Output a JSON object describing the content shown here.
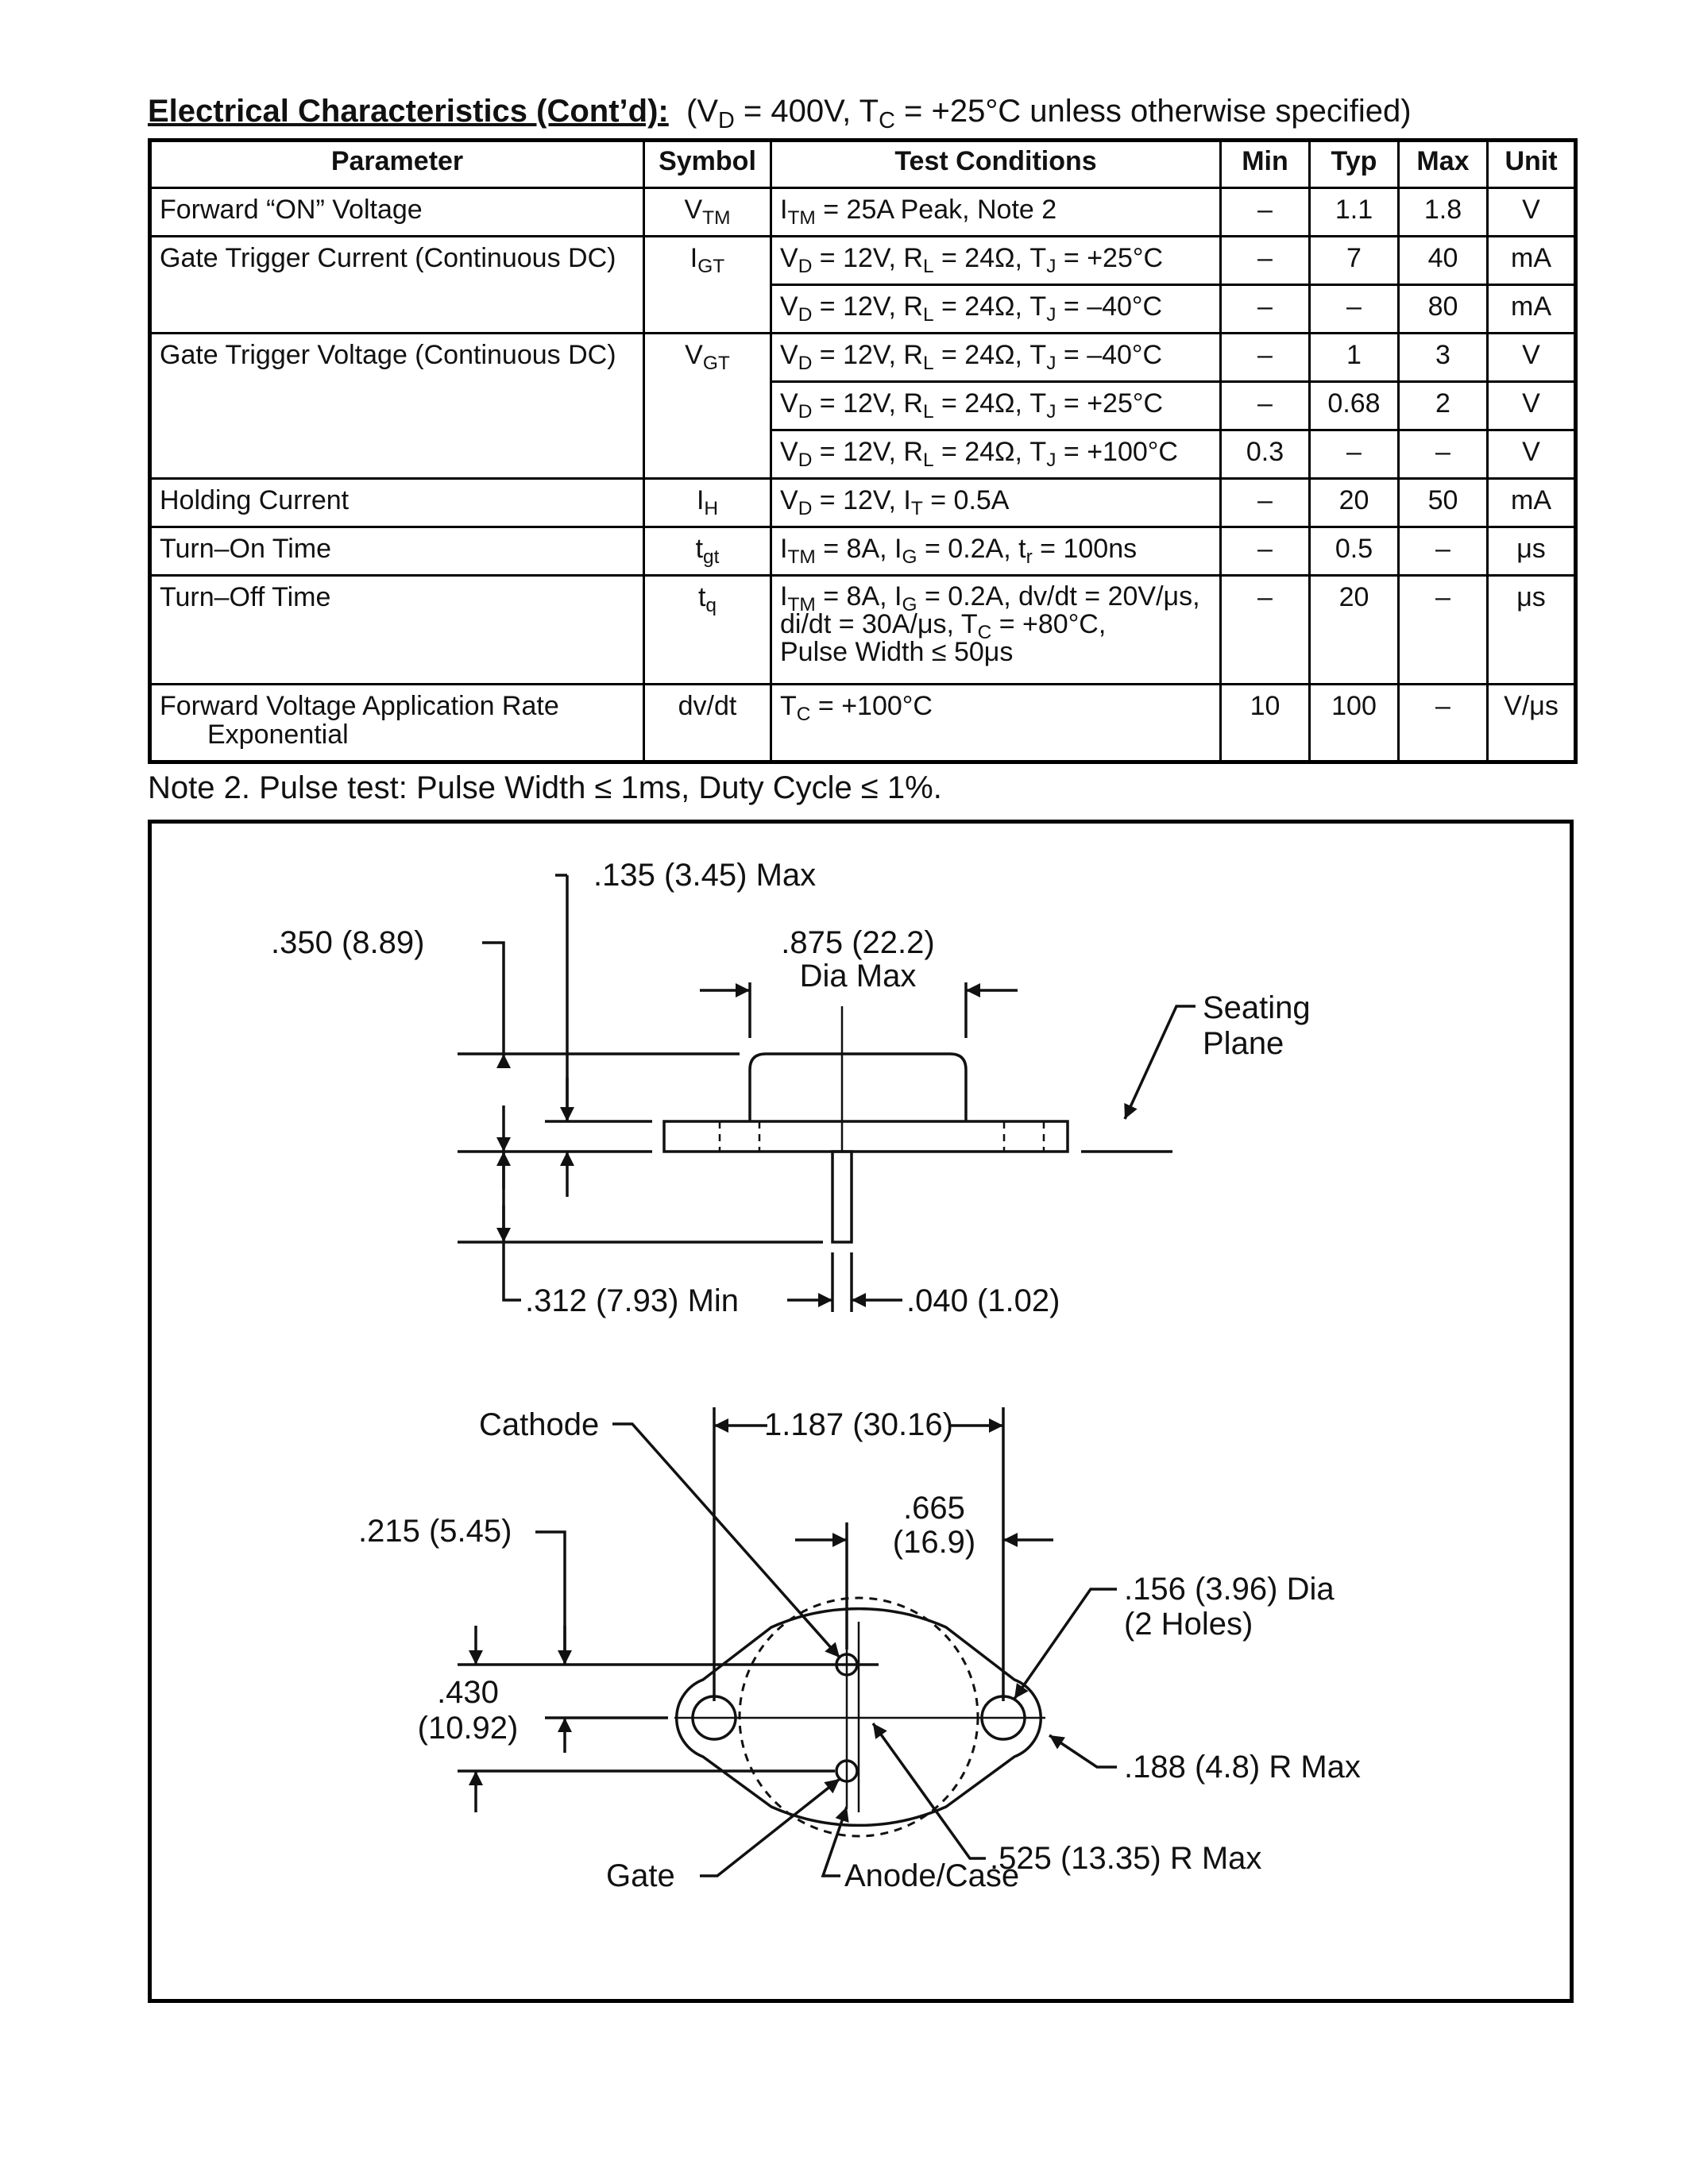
{
  "heading": {
    "title": "Electrical Characteristics (Cont’d):",
    "cond_prefix": "(V",
    "cond_sub1": "D",
    "cond_mid": " = 400V, T",
    "cond_sub2": "C",
    "cond_suffix": " = +25°C unless otherwise specified)"
  },
  "table": {
    "headers": [
      "Parameter",
      "Symbol",
      "Test Conditions",
      "Min",
      "Typ",
      "Max",
      "Unit"
    ],
    "r1": {
      "param": "Forward “ON” Voltage",
      "sym": "V",
      "sym_sub": "TM",
      "cond_a": "I",
      "cond_a_sub": "TM",
      "cond_b": " = 25A Peak, Note 2",
      "min": "–",
      "typ": "1.1",
      "max": "1.8",
      "unit": "V"
    },
    "r2": {
      "param": "Gate Trigger Current (Continuous DC)",
      "sym": "I",
      "sym_sub": "GT",
      "c1": {
        "tj": "+25°C",
        "min": "–",
        "typ": "7",
        "max": "40",
        "unit": "mA"
      },
      "c2": {
        "tj": "–40°C",
        "min": "–",
        "typ": "–",
        "max": "80",
        "unit": "mA"
      }
    },
    "r3": {
      "param": "Gate Trigger Voltage (Continuous DC)",
      "sym": "V",
      "sym_sub": "GT",
      "c1": {
        "tj": "–40°C",
        "min": "–",
        "typ": "1",
        "max": "3",
        "unit": "V"
      },
      "c2": {
        "tj": "+25°C",
        "min": "–",
        "typ": "0.68",
        "max": "2",
        "unit": "V"
      },
      "c3": {
        "tj": "+100°C",
        "min": "0.3",
        "typ": "–",
        "max": "–",
        "unit": "V"
      }
    },
    "cond": {
      "vd": "V",
      "vd_sub": "D",
      "part1": " = 12V, R",
      "rl_sub": "L",
      "part2": " = 24Ω, T",
      "tj_sub": "J",
      "eq": " = "
    },
    "r4": {
      "param": "Holding Current",
      "sym": "I",
      "sym_sub": "H",
      "cond_a": "V",
      "cond_a_sub": "D",
      "cond_b": " = 12V, I",
      "cond_b_sub": "T",
      "cond_c": " = 0.5A",
      "min": "–",
      "typ": "20",
      "max": "50",
      "unit": "mA"
    },
    "r5": {
      "param": "Turn–On Time",
      "sym": "t",
      "sym_sub": "gt",
      "cond_a": "I",
      "cond_a_sub": "TM",
      "cond_b": " = 8A, I",
      "cond_b_sub": "G",
      "cond_c": " = 0.2A, t",
      "cond_c_sub": "r",
      "cond_d": " = 100ns",
      "min": "–",
      "typ": "0.5",
      "max": "–",
      "unit": "μs"
    },
    "r6": {
      "param": "Turn–Off Time",
      "sym": "t",
      "sym_sub": "q",
      "l1a": "I",
      "l1a_sub": "TM",
      "l1b": " = 8A, I",
      "l1b_sub": "G",
      "l1c": " = 0.2A, dv/dt = 20V/μs,",
      "l2a": "di/dt = 30A/μs, T",
      "l2a_sub": "C",
      "l2b": " = +80°C,",
      "l3": "Pulse Width ≤ 50μs",
      "min": "–",
      "typ": "20",
      "max": "–",
      "unit": "μs"
    },
    "r7": {
      "param1": "Forward Voltage Application Rate",
      "param2": "Exponential",
      "sym": "dv/dt",
      "cond_a": "T",
      "cond_a_sub": "C",
      "cond_b": " = +100°C",
      "min": "10",
      "typ": "100",
      "max": "–",
      "unit": "V/μs"
    }
  },
  "note": "Note  2. Pulse test:  Pulse Width ≤ 1ms, Duty Cycle ≤ 1%.",
  "drawing": {
    "side": {
      "d135": ".135 (3.45) Max",
      "d350": ".350 (8.89)",
      "d875a": ".875 (22.2)",
      "d875b": "Dia Max",
      "seating_a": "Seating",
      "seating_b": "Plane",
      "d312": ".312 (7.93) Min",
      "d040": ".040 (1.02)"
    },
    "bottom": {
      "cathode": "Cathode",
      "d1187": "1.187 (30.16)",
      "d665a": ".665",
      "d665b": "(16.9)",
      "d215": ".215 (5.45)",
      "d156a": ".156 (3.96) Dia",
      "d156b": "(2 Holes)",
      "d430a": ".430",
      "d430b": "(10.92)",
      "d188": ".188 (4.8) R Max",
      "d525": ".525 (13.35) R Max",
      "gate": "Gate",
      "anode": "Anode/Case"
    }
  }
}
